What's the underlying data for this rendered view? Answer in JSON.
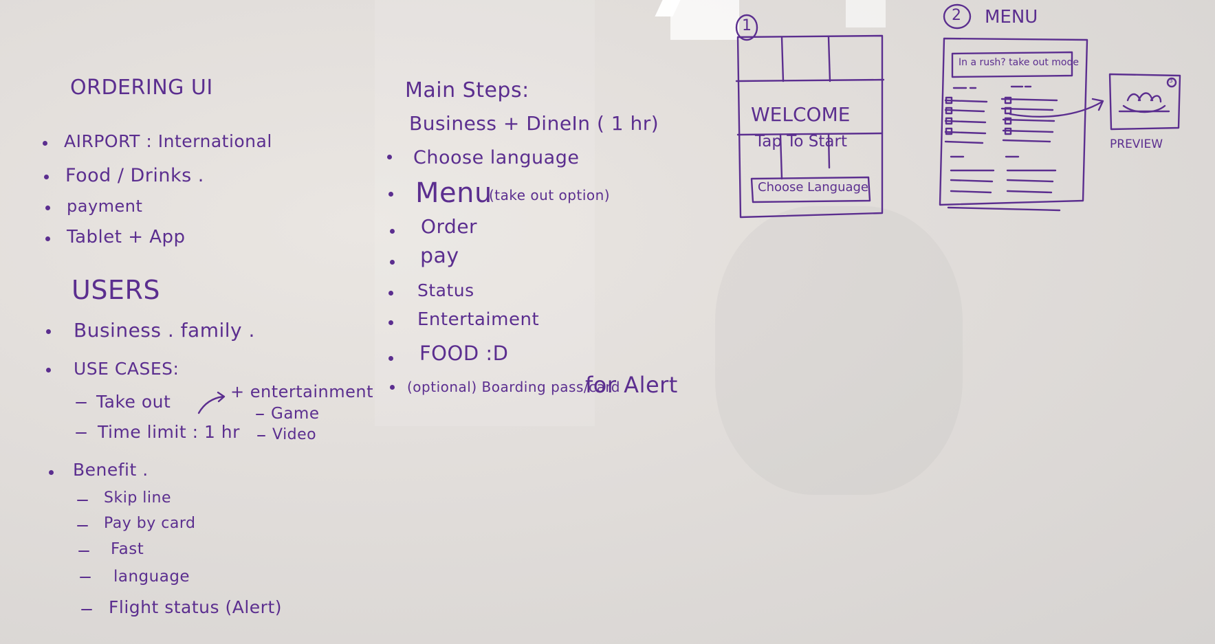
{
  "left_column": {
    "title": "ORDERING UI",
    "items": [
      "AIRPORT : International",
      "Food / Drinks .",
      "payment",
      "Tablet + App"
    ],
    "users_heading": "USERS",
    "users_items": [
      "Business . family .",
      "USE CASES:"
    ],
    "use_cases": [
      "Take out",
      "Time limit : 1 hr"
    ],
    "entertainment": {
      "label": "+ entertainment",
      "items": [
        "Game",
        "Video"
      ]
    },
    "benefit_heading": "Benefit .",
    "benefits": [
      "Skip line",
      "Pay by card",
      "Fast",
      "language",
      "Flight status (Alert)"
    ]
  },
  "middle_column": {
    "title": "Main Steps:",
    "subtitle": "Business + DineIn ( 1 hr)",
    "steps": [
      "Choose language",
      "Menu",
      "Order",
      "pay",
      "Status",
      "Entertaiment",
      "FOOD :D"
    ],
    "menu_note": "(take out option)",
    "optional_prefix": "(optional) Boarding pass/card",
    "optional_suffix": "for Alert"
  },
  "sketch_welcome": {
    "number": "1",
    "welcome": "WELCOME",
    "tap": "Tap To Start",
    "button": "Choose Language"
  },
  "sketch_menu": {
    "number": "2",
    "title": "MENU",
    "banner": "In a rush? take out mode",
    "preview_label": "PREVIEW",
    "preview_badge": "3"
  }
}
